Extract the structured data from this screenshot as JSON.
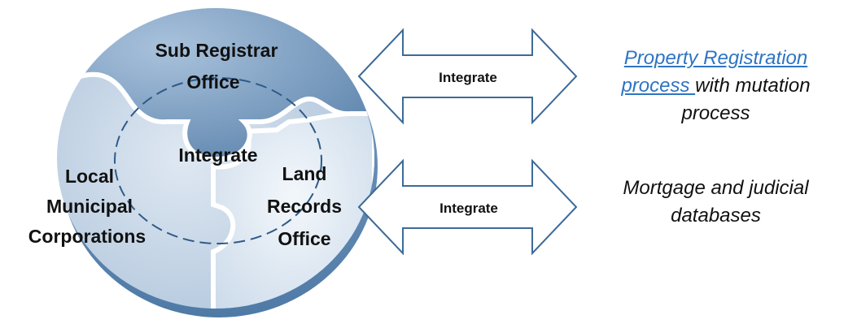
{
  "puzzle": {
    "sub_registrar_line1": "Sub Registrar",
    "sub_registrar_line2": "Office",
    "center_label": "Integrate",
    "local_line1": "Local",
    "local_line2": "Municipal",
    "local_line3": "Corporations",
    "land_line1": "Land",
    "land_line2": "Records",
    "land_line3": "Office"
  },
  "arrows": [
    {
      "label": "Integrate"
    },
    {
      "label": "Integrate"
    }
  ],
  "right_texts": {
    "first": {
      "link_text": "Property Registration process ",
      "rest_text": "with mutation process"
    },
    "second": {
      "text": "Mortgage and judicial databases"
    }
  },
  "colors": {
    "top_piece": "#7b9ec2",
    "left_piece": "#bdd0e4",
    "right_piece": "#dde7f1",
    "arrow_stroke": "#3d6a98",
    "link": "#2e74c4"
  }
}
